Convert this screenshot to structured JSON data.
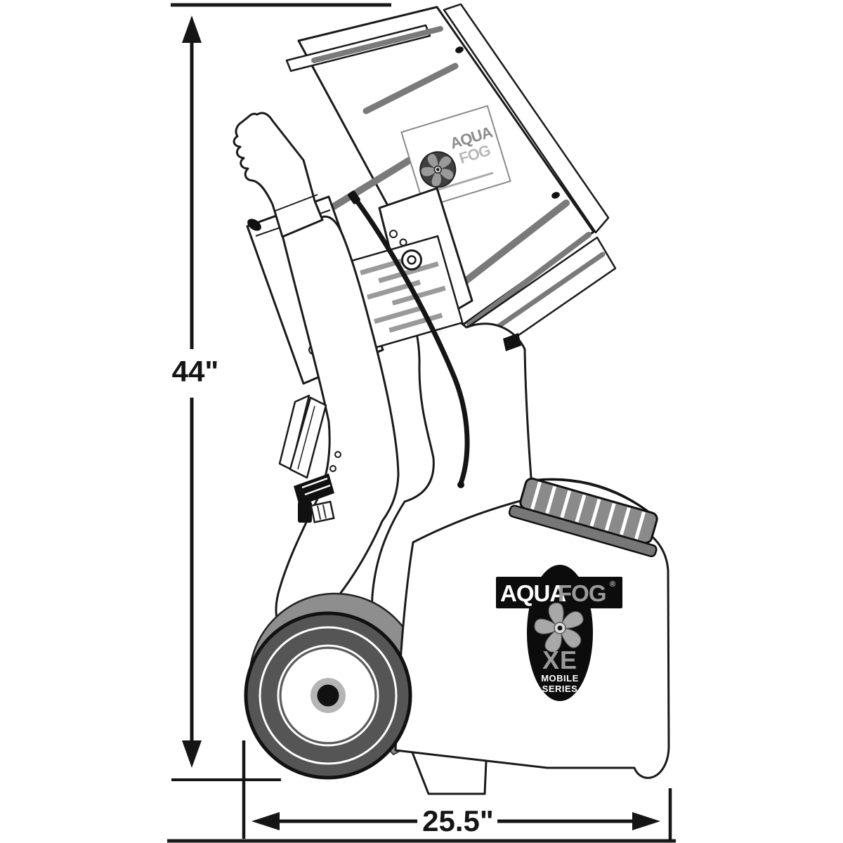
{
  "figure": {
    "description": "Technical side-view line drawing of an AquaFog XE Mobile Series fogging machine with overall height and width dimension callouts"
  },
  "dimensions": {
    "height_label": "44\"",
    "width_label": "25.5\""
  },
  "head_label": {
    "word1": "AQUA",
    "word2": "FOG",
    "icon": "fan-icon"
  },
  "tank_logo": {
    "word1": "AQUA",
    "word2": "FOG",
    "registered": "®",
    "model": "XE",
    "series_line1": "MOBILE",
    "series_line2": "SERIES",
    "icon": "impeller-icon"
  },
  "colors": {
    "line": "#1a1a1a",
    "tire": "#555555",
    "fender": "#8e8e8e",
    "fin": "#7a7a7a",
    "cap": "#8a8a8a",
    "logo_bg": "#0c0c0c",
    "fog_text": "#9a9a9a"
  }
}
